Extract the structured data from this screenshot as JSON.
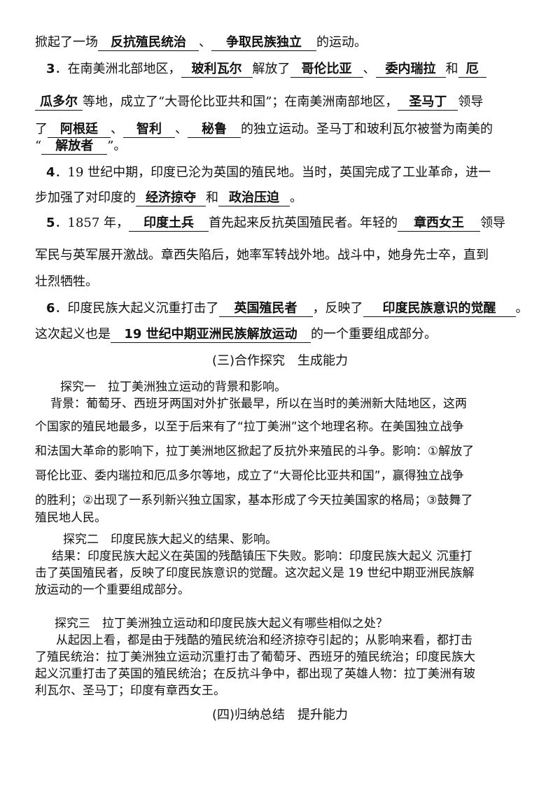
{
  "section2": {
    "l1": {
      "pre": "掀起了一场",
      "a1": "反抗殖民统治",
      "mid": "、",
      "a2": "争取民族独立",
      "post": "的运动。"
    },
    "q3": {
      "num": "3",
      "p1": "．在南美洲北部地区，",
      "a1": "玻利瓦尔",
      "p2": "解放了",
      "a2": "哥伦比亚",
      "p3": "、",
      "a3": "委内瑞拉",
      "p4": "和",
      "a4a": "厄",
      "a4b": "瓜多尔",
      "p5": "等地，成立了“大哥伦比亚共和国”；在南美洲南部地区，",
      "a5": "圣马丁",
      "p6": "领导",
      "p7": "了",
      "a6": "阿根廷",
      "p8": "、",
      "a7": "智利",
      "p9": "、",
      "a8": "秘鲁",
      "p10": "的独立运动。圣马丁和玻利瓦尔被誉为南美的",
      "p11": "“",
      "a9": "解放者",
      "p12": "”。"
    },
    "q4": {
      "num": "4",
      "p1": "．19 世纪中期，印度已沦为英国的殖民地。当时，英国完成了工业革命，进一",
      "p2": "步加强了对印度的",
      "a1": "经济掠夺",
      "p3": "和",
      "a2": "政治压迫",
      "p4": "。"
    },
    "q5": {
      "num": "5",
      "p1": "．1857 年，",
      "a1": "印度土兵",
      "p2": "首先起来反抗英国殖民者。年轻的",
      "a2": "章西女王",
      "p3": "领导",
      "l2": "军民与英军展开激战。章西失陷后，她率军转战外地。战斗中，她身先士卒，直到",
      "l3": "壮烈牺牲。"
    },
    "q6": {
      "num": "6",
      "p1": "．印度民族大起义沉重打击了",
      "a1": "英国殖民者",
      "p2": "，反映了",
      "a2": "印度民族意识的觉醒",
      "p3": "。",
      "p4": "这次起义也是",
      "a3": "19 世纪中期亚洲民族解放运动",
      "p5": "的一个重要组成部分。"
    }
  },
  "section3": {
    "title": "(三)合作探究　生成能力",
    "e1_title": "探究一　拉丁美洲独立运动的背景和影响。",
    "e1_lines": [
      "背景：葡萄牙、西班牙两国对外扩张最早，所以在当时的美洲新大陆地区，这两",
      "个国家的殖民地最多，以至于后来有了“拉丁美洲”这个地理名称。在美国独立战争",
      "和法国大革命的影响下，拉丁美洲地区掀起了反抗外来殖民的斗争。影响：①解放了",
      "哥伦比亚、委内瑞拉和厄瓜多尔等地，成立了“大哥伦比亚共和国”，赢得独立战争",
      "的胜利；②出现了一系列新兴独立国家，基本形成了今天拉美国家的格局；③鼓舞了",
      "殖民地人民。"
    ],
    "e2_title": "探究二　印度民族大起义的结果、影响。",
    "e2_lines": [
      "结果：印度民族大起义在英国的残酷镇压下失败。影响：印度民族大起义 沉重打",
      "击了英国殖民者，反映了印度民族意识的觉醒。这次起义是 19 世纪中期亚洲民族解",
      "放运动的一个重要组成部分。"
    ],
    "e3_title": "探究三　拉丁美洲独立运动和印度民族大起义有哪些相似之处？",
    "e3_lines": [
      "从起因上看，都是由于残酷的殖民统治和经济掠夺引起的；从影响来看，都打击",
      "了殖民统治：拉丁美洲独立运动沉重打击了葡萄牙、西班牙的殖民统治；印度民族大",
      "起义沉重打击了英国的殖民统治；在反抗斗争中，都出现了英雄人物：拉丁美洲有玻",
      "利瓦尔、圣马丁；印度有章西女王。"
    ]
  },
  "section4": {
    "title": "(四)归纳总结　提升能力"
  }
}
